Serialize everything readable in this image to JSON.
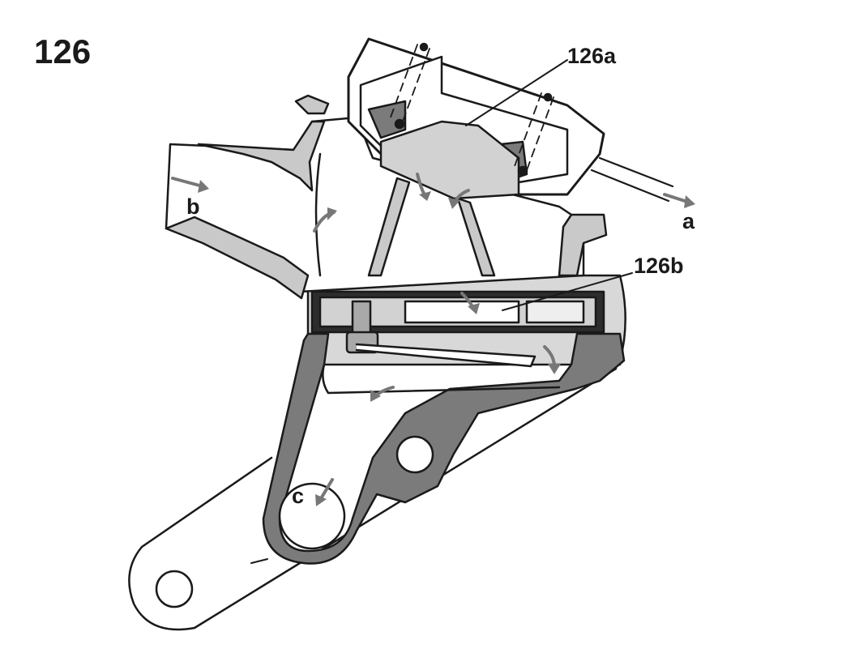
{
  "figure": {
    "number": "126",
    "labels": {
      "part_126a": "126a",
      "part_126b": "126b",
      "port_a": "a",
      "port_b": "b",
      "port_c": "c"
    }
  },
  "colors": {
    "outline": "#1a1a1a",
    "light_fill": "#d2d2d2",
    "dark_fill": "#7b7b7b",
    "arrow": "#777777",
    "background": "#ffffff"
  }
}
